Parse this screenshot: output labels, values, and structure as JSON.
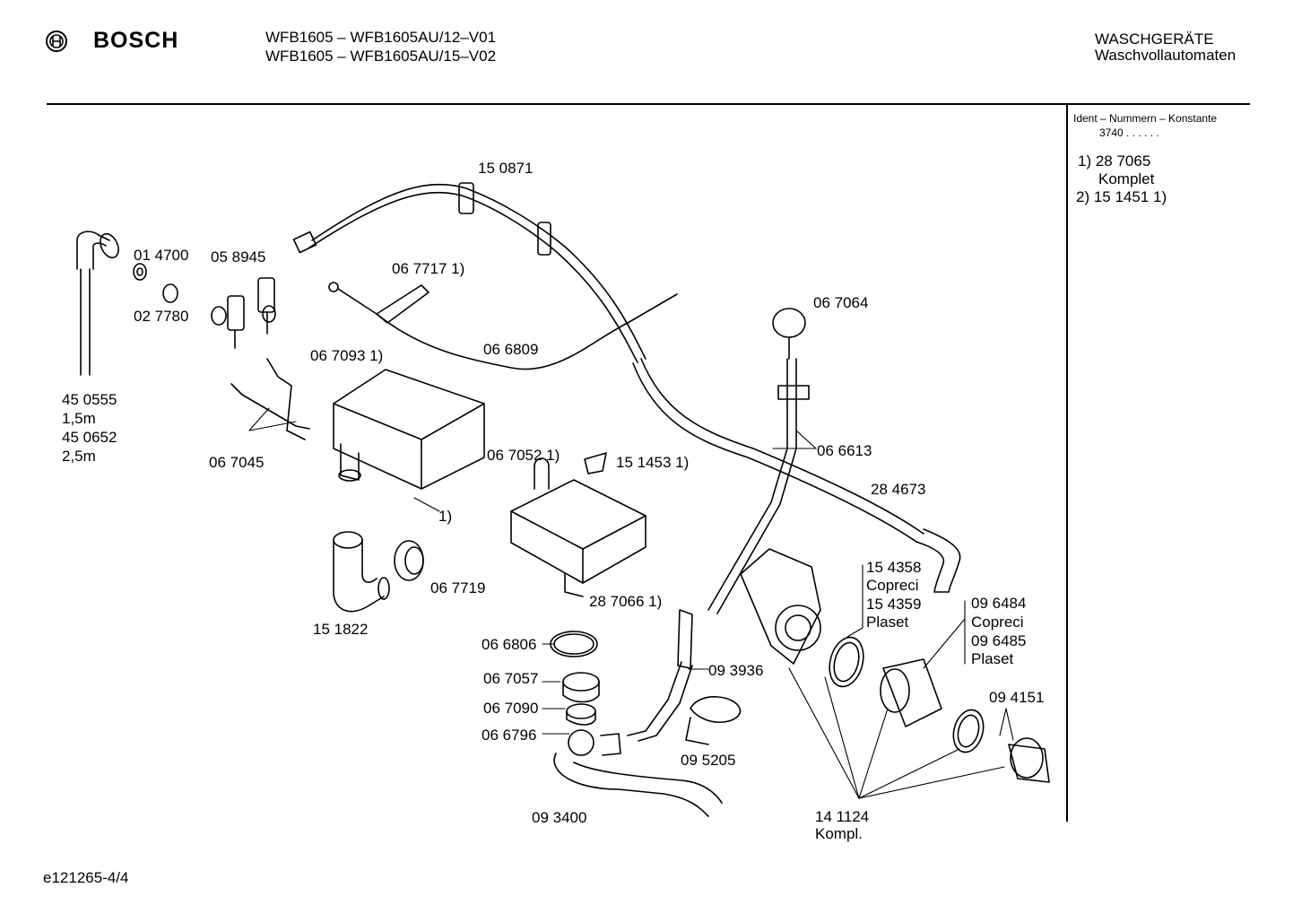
{
  "header": {
    "brand": "BOSCH",
    "models": [
      "WFB1605 – WFB1605AU/12–V01",
      "WFB1605 – WFB1605AU/15–V02"
    ],
    "category": [
      "WASCHGERÄTE",
      "Waschvollautomaten"
    ]
  },
  "sidebar": {
    "ident_title": "Ident – Nummern – Konstante",
    "ident_value": "3740  .  .    .  .  .  .",
    "notes": [
      "1)  28 7065",
      "Komplet",
      "2)  15 1451 1)"
    ]
  },
  "parts": {
    "p150871": "15 0871",
    "p014700": "01 4700",
    "p058945": "05 8945",
    "p067717": "06 7717  1)",
    "p027780": "02 7780",
    "p067064": "06 7064",
    "p067093": "06 7093  1)",
    "p066809": "06 6809",
    "p450555": "45 0555",
    "p15m": "1,5m",
    "p450652": "45 0652",
    "p25m": "2,5m",
    "p066613": "06 6613",
    "p067045": "06 7045",
    "p067052": "06 7052  1)",
    "p151453": "15 1453  1)",
    "p284673": "28 4673",
    "pnote1": "1)",
    "p154358": "15 4358",
    "pcopreci1": "Copreci",
    "p154359": "15 4359",
    "pplaset1": "Plaset",
    "p067719": "06 7719",
    "p287066": "28 7066  1)",
    "p096484": "09 6484",
    "pcopreci2": "Copreci",
    "p096485": "09 6485",
    "pplaset2": "Plaset",
    "p151822": "15 1822",
    "p066806": "06 6806",
    "p093936": "09 3936",
    "p067057": "06 7057",
    "p094151": "09 4151",
    "p067090": "06 7090",
    "p066796": "06 6796",
    "p095205": "09 5205",
    "p093400": "09 3400",
    "p141124": "14 1124",
    "pkompl": "Kompl."
  },
  "footer": {
    "code": "e121265-4/4"
  }
}
